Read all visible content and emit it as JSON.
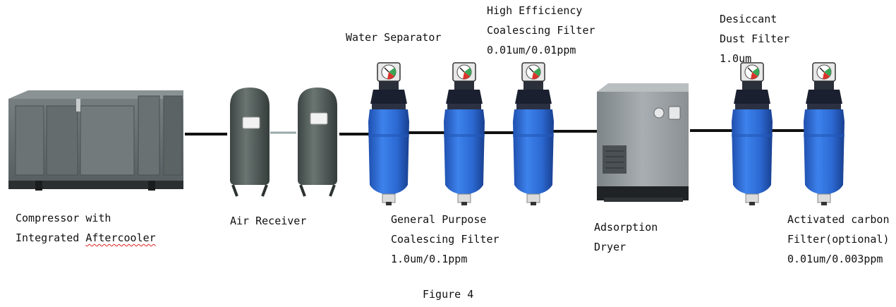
{
  "labels": {
    "compressor": {
      "line1": "Compressor with",
      "line2a": "Integrated ",
      "line2b": "Aftercooler"
    },
    "air_receiver": {
      "line1": "Air Receiver"
    },
    "water_separator": {
      "line1": "Water Separator"
    },
    "general_purpose": {
      "line1": "General Purpose",
      "line2": "Coalescing Filter",
      "line3": "1.0um/0.1ppm"
    },
    "high_efficiency": {
      "line1": "High Efficiency",
      "line2": "Coalescing Filter",
      "line3": "0.01um/0.01ppm"
    },
    "adsorption_dryer": {
      "line1": "Adsorption",
      "line2": "Dryer"
    },
    "desiccant_dust": {
      "line1": "Desiccant",
      "line2": "Dust Filter",
      "line3": "1.0um"
    },
    "activated_carbon": {
      "line1": "Activated carbon",
      "line2": "Filter(optional)",
      "line3": "0.01um/0.003ppm"
    }
  },
  "caption": "Figure 4",
  "colors": {
    "filter_blue": "#2f6fd8",
    "filter_dark": "#1b2030",
    "tank_gray": "#4f5a57",
    "compressor_gray": "#5f6668",
    "dryer_gray": "#9aa0a4",
    "pipe": "#111111"
  }
}
